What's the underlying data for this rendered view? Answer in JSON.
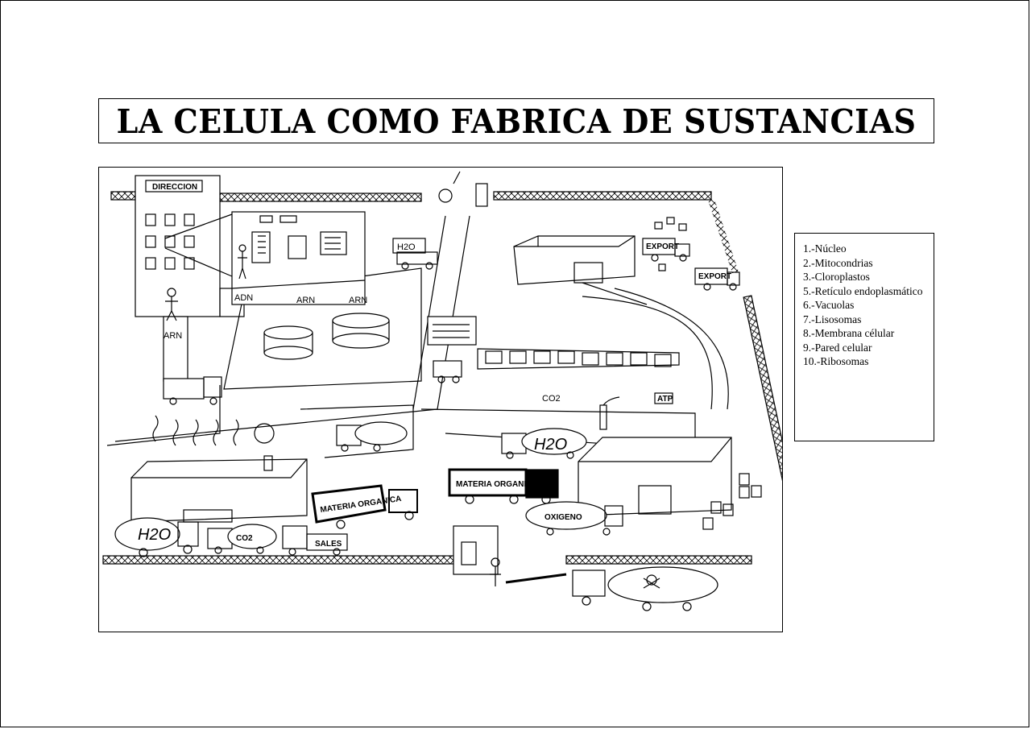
{
  "title": "LA CELULA COMO FABRICA DE SUSTANCIAS",
  "scene": {
    "labels": {
      "direccion": "DIRECCION",
      "adn": "ADN",
      "arn_1": "ARN",
      "arn_2": "ARN",
      "arn_3": "ARN",
      "h2o_1": "H2O",
      "h2o_2": "H2O",
      "h2o_3": "H2O",
      "co2_1": "CO2",
      "co2_2": "CO2",
      "export_1": "EXPORT",
      "export_2": "EXPORT",
      "materia_organica_1": "MATERIA ORGANICA",
      "materia_organica_2": "MATERIA ORGANICA",
      "oxigeno": "OXIGENO",
      "sales": "SALES",
      "atp": "ATP"
    }
  },
  "legend": {
    "items": [
      "1.-Núcleo",
      "2.-Mitocondrias",
      "3.-Cloroplastos",
      "5.-Retículo endoplasmático",
      "6.-Vacuolas",
      "7.-Lisosomas",
      "8.-Membrana célular",
      "9.-Pared celular",
      "10.-Ribosomas"
    ]
  }
}
